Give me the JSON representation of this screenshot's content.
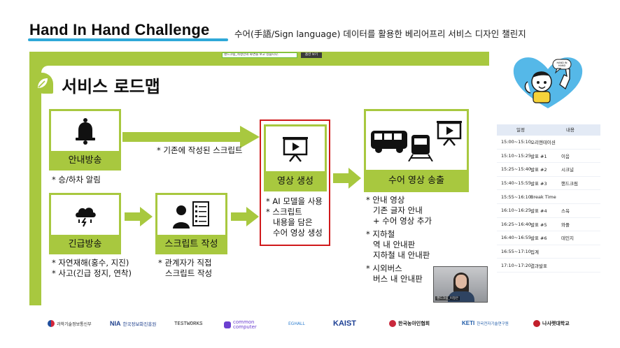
{
  "header": {
    "title": "Hand In Hand Challenge",
    "subtitle": "수어(手語/Sign language) 데이터를 활용한 베리어프리 서비스 디자인 챌린지"
  },
  "meeting_bar": {
    "message": "핸드크림_적정인의 화면을 보고 있습니다.",
    "button": "옵션 보기"
  },
  "slide": {
    "title": "서비스 로드맵",
    "boxes": {
      "announce": "안내방송",
      "emergency": "긴급방송",
      "script": "스크립트 작성",
      "video": "영상 생성",
      "output": "수어 영상 송출"
    },
    "notes": {
      "announce": [
        "* 승/하차 알림"
      ],
      "emergency": [
        "* 자연재해(홍수, 지진)",
        "* 사고(긴급 정지, 연착)"
      ],
      "script": [
        "* 관계자가 직접",
        "스크립트 작성"
      ],
      "existing_script": "* 기존에 작성된 스크립트",
      "video": [
        "* AI 모델을 사용",
        "* 스크립트",
        "내용을 담은",
        "수어 영상 생성"
      ],
      "output": [
        "* 안내 영상",
        "기존 글자 안내",
        "+ 수어 영상 추가",
        "* 지하철",
        "역 내 안내판",
        "지하철 내 안내판",
        "* 시외버스",
        "버스 내 안내판"
      ]
    }
  },
  "schedule": {
    "headers": [
      "일정",
      "내용"
    ],
    "rows": [
      {
        "time": "15:00~15:10",
        "event": "오리엔테이션",
        "name": ""
      },
      {
        "time": "15:10~15:25",
        "event": "발표 #1",
        "name": "이음"
      },
      {
        "time": "15:25~15:40",
        "event": "발표 #2",
        "name": "시크널"
      },
      {
        "time": "15:40~15:55",
        "event": "발표 #3",
        "name": "핸드크림"
      },
      {
        "time": "15:55~16:10",
        "event": "Break Time",
        "name": ""
      },
      {
        "time": "16:10~16:25",
        "event": "발표 #4",
        "name": "스윽"
      },
      {
        "time": "16:25~16:40",
        "event": "발표 #5",
        "name": "와플"
      },
      {
        "time": "16:40~16:55",
        "event": "발표 #6",
        "name": "데인지"
      },
      {
        "time": "16:55~17:10",
        "event": "집계",
        "name": ""
      },
      {
        "time": "17:10~17:20",
        "event": "결과발표",
        "name": ""
      }
    ]
  },
  "mascot": {
    "bubble": "HAND IN HAND"
  },
  "webcam": {
    "label": "핸드크림_이정은"
  },
  "logos": {
    "msit": "과학기술정보통신부",
    "nia_prefix": "NIA",
    "nia": "한국정보화진흥원",
    "testworks": "TESTWORKS",
    "common_1": "common",
    "common_2": "computer",
    "eghall": "EGHALL",
    "kaist": "KAIST",
    "deaf": "한국농아인협회",
    "keti_prefix": "KETI",
    "keti": "한국전자기술연구원",
    "nasaret": "나사렛대학교"
  },
  "colors": {
    "slide_green": "#a8c83f",
    "highlight_red": "#d0191b",
    "underline_blue": "#2fa8d8"
  }
}
